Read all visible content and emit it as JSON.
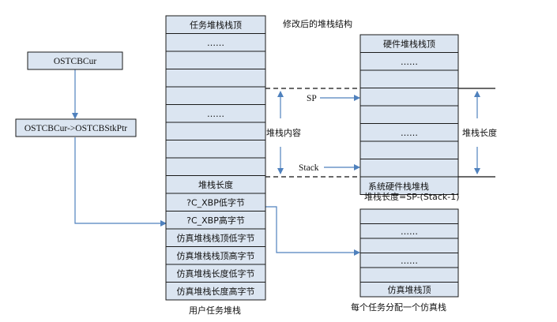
{
  "colors": {
    "fill": "#DBE5F1",
    "stroke": "#1a1a1a",
    "arrow": "#4F81BD"
  },
  "title": "修改后的堆栈结构",
  "left_boxes": {
    "top_label": "OSTCBCur",
    "bottom_label": "OSTCBCur->OSTCBStkPtr"
  },
  "task_stack": {
    "rows": [
      "任务堆栈栈顶",
      "……",
      "",
      "",
      "",
      "……",
      "",
      "",
      "",
      "堆栈长度",
      "?C_XBP低字节",
      "?C_XBP高字节",
      "仿真堆栈栈顶低字节",
      "仿真堆栈栈顶高字节",
      "仿真堆栈长度低字节",
      "仿真堆栈长度高字节"
    ],
    "caption": "用户任务堆栈",
    "content_label": "堆栈内容"
  },
  "hw_stack": {
    "rows": [
      "硬件堆栈栈顶",
      "……",
      "",
      "",
      "",
      "……",
      "",
      "",
      ""
    ],
    "caption": "系统硬件栈堆栈",
    "length_formula": "堆栈长度=SP-(Stack-1)",
    "length_label": "堆栈长度",
    "sp_label": "SP",
    "stack_label": "Stack"
  },
  "sim_stack": {
    "rows": [
      "",
      "……",
      "",
      "……",
      "",
      "仿真堆栈顶"
    ],
    "caption": "每个任务分配一个仿真栈"
  }
}
